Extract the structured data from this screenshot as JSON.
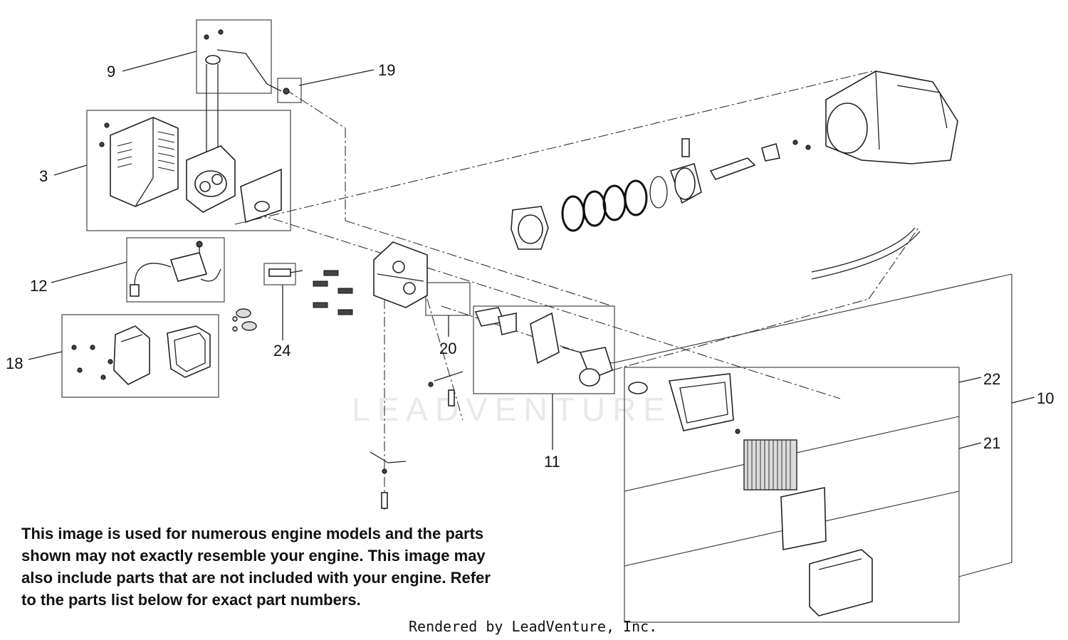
{
  "watermark": "LEADVENTURE",
  "callouts": {
    "c3": "3",
    "c9": "9",
    "c10": "10",
    "c11": "11",
    "c12": "12",
    "c18": "18",
    "c19": "19",
    "c20": "20",
    "c21": "21",
    "c22": "22",
    "c24": "24"
  },
  "disclaimer": "This image is used for numerous engine models and the parts shown may not exactly resemble your engine. This image may also include parts that are not included with your engine. Refer to the parts list below for exact part numbers.",
  "credit": "Rendered by LeadVenture, Inc."
}
